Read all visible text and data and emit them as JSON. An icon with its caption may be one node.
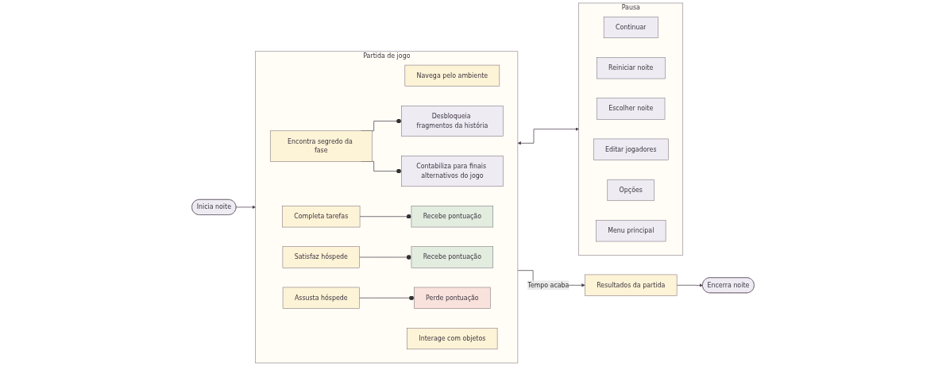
{
  "diagram": {
    "nodes": [
      {
        "text": [
          "Inicia noite"
        ]
      },
      {
        "text": [
          "Partida de jogo"
        ]
      },
      {
        "text": [
          "Navega pelo ambiente"
        ],
        "in": 1
      },
      {
        "text": [
          "Encontra segredo da fase"
        ],
        "in": 1
      },
      {
        "text": [
          "Desbloqueia fragmentos da história"
        ],
        "in": 1
      },
      {
        "text": [
          "Contabiliza para finais alternativos do jogo"
        ],
        "in": 1
      },
      {
        "text": [
          "Interage com objetos"
        ],
        "in": 1
      },
      {
        "text": [
          "Completa tarefas"
        ],
        "in": 1
      },
      {
        "text": [
          "Recebe pontuação"
        ],
        "in": 1
      },
      {
        "text": [
          "Satisfaz hóspede"
        ],
        "in": 1
      },
      {
        "text": [
          "Recebe pontuação"
        ],
        "in": 1
      },
      {
        "text": [
          "Assusta hóspede"
        ],
        "in": 1
      },
      {
        "text": [
          "Perde pontuação"
        ],
        "in": 1
      },
      {
        "text": [
          "Resultados da partida"
        ]
      },
      {
        "text": [
          "Encerra noite"
        ]
      },
      {
        "text": [
          "Pausa"
        ]
      },
      {
        "text": [
          "Continuar"
        ],
        "in": 15
      },
      {
        "text": [
          "Reiniciar noite"
        ],
        "in": 15
      },
      {
        "text": [
          "Escolher noite"
        ],
        "in": 15
      },
      {
        "text": [
          "Editar jogadores"
        ],
        "in": 15
      },
      {
        "text": [
          "Opções"
        ],
        "in": 15
      },
      {
        "text": [
          "Menu principal"
        ],
        "in": 15
      }
    ],
    "edges": [
      {
        "from": 0,
        "to": 1,
        "arrow": "to"
      },
      {
        "from": 1,
        "to": 13,
        "label": "Tempo acaba",
        "arrow": "to"
      },
      {
        "from": 13,
        "to": 14,
        "arrow": "to"
      },
      {
        "from": 1,
        "to": 15,
        "arrow": "both"
      },
      {
        "from": 3,
        "to": 4,
        "arrow": "other"
      },
      {
        "from": 3,
        "to": 5,
        "arrow": "other"
      },
      {
        "from": 7,
        "to": 8,
        "arrow": "other"
      },
      {
        "from": 9,
        "to": 10,
        "arrow": "other"
      },
      {
        "from": 11,
        "to": 12,
        "arrow": "other"
      }
    ]
  }
}
